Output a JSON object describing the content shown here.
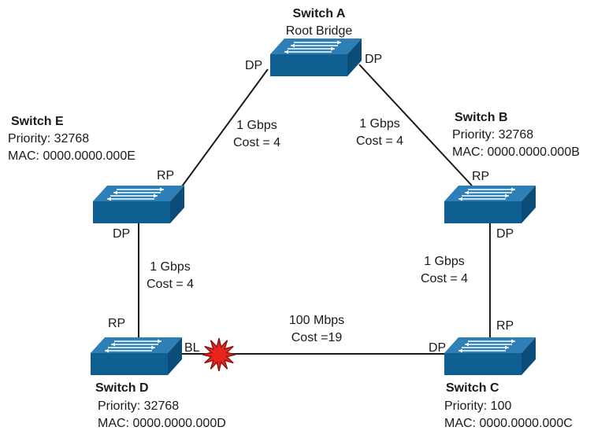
{
  "colors": {
    "switch_top": "#2d7fb5",
    "switch_front": "#0f5f92",
    "switch_side": "#0b4d78",
    "arrows": "#ffffff",
    "link": "#1a1a1a",
    "blocked_marker_fill": "#e8241c",
    "blocked_marker_stroke": "#8b1a14"
  },
  "icons": {
    "switch": "network-switch-icon",
    "blocked": "red-starburst-icon"
  },
  "switches": {
    "a": {
      "name": "Switch A",
      "subtitle": "Root Bridge"
    },
    "b": {
      "name": "Switch B",
      "priority": "Priority: 32768",
      "mac": "MAC: 0000.0000.000B"
    },
    "c": {
      "name": "Switch C",
      "priority": "Priority: 100",
      "mac": "MAC: 0000.0000.000C"
    },
    "d": {
      "name": "Switch D",
      "priority": "Priority: 32768",
      "mac": "MAC: 0000.0000.000D"
    },
    "e": {
      "name": "Switch E",
      "priority": "Priority: 32768",
      "mac": "MAC: 0000.0000.000E"
    }
  },
  "links": {
    "a_e": {
      "speed": "1 Gbps",
      "cost": "Cost = 4"
    },
    "a_b": {
      "speed": "1 Gbps",
      "cost": "Cost = 4"
    },
    "e_d": {
      "speed": "1 Gbps",
      "cost": "Cost = 4"
    },
    "b_c": {
      "speed": "1 Gbps",
      "cost": "Cost = 4"
    },
    "d_c": {
      "speed": "100 Mbps",
      "cost": "Cost =19"
    }
  },
  "ports": {
    "a_left": "DP",
    "a_right": "DP",
    "e_top": "RP",
    "e_bottom": "DP",
    "b_top": "RP",
    "b_bottom": "DP",
    "d_top": "RP",
    "d_right": "BL",
    "c_top": "RP",
    "c_left": "DP"
  }
}
